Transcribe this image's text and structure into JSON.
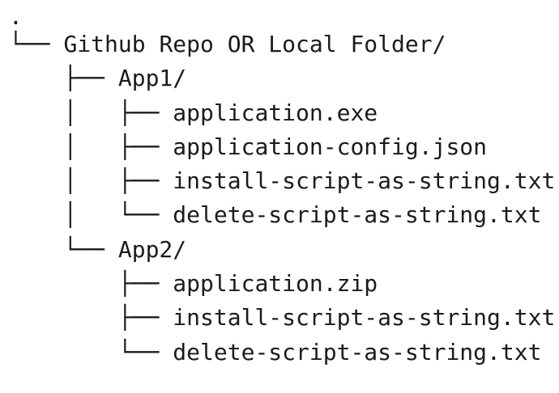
{
  "document": {
    "type": "directory-tree",
    "title": "Github Repo OR Local Folder/",
    "background_color": "#ffffff",
    "text_color": "#1b1b1b"
  },
  "tree": {
    "lines": [
      {
        "prefix": "",
        "label": ".",
        "kind": "root"
      },
      {
        "prefix": "└── ",
        "label": "Github Repo OR Local Folder/",
        "kind": "folder"
      },
      {
        "prefix": "    ├── ",
        "label": "App1/",
        "kind": "folder"
      },
      {
        "prefix": "    │   ├── ",
        "label": "application.exe",
        "kind": "file"
      },
      {
        "prefix": "    │   ├── ",
        "label": "application-config.json",
        "kind": "file"
      },
      {
        "prefix": "    │   ├── ",
        "label": "install-script-as-string.txt",
        "kind": "file"
      },
      {
        "prefix": "    │   └── ",
        "label": "delete-script-as-string.txt",
        "kind": "file"
      },
      {
        "prefix": "    └── ",
        "label": "App2/",
        "kind": "folder"
      },
      {
        "prefix": "        ├── ",
        "label": "application.zip",
        "kind": "file"
      },
      {
        "prefix": "        ├── ",
        "label": "install-script-as-string.txt",
        "kind": "file"
      },
      {
        "prefix": "        └── ",
        "label": "delete-script-as-string.txt",
        "kind": "file"
      }
    ]
  }
}
